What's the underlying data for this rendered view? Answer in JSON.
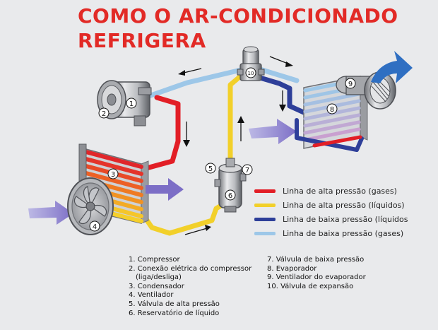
{
  "title": {
    "line1": "COMO O AR-CONDICIONADO",
    "line2": "REFRIGERA"
  },
  "colors": {
    "title": "#e22a26",
    "high_pressure_gas": "#e21e26",
    "high_pressure_liquid": "#f2d02a",
    "low_pressure_liquid": "#2e3f99",
    "low_pressure_gas": "#9dc7e8",
    "arrow_purple": "#8073c8",
    "arrow_blue": "#2f6fc2"
  },
  "legend": [
    {
      "label": "Linha de alta pressão (gases)",
      "color": "#e21e26"
    },
    {
      "label": "Linha de alta pressão (líquidos)",
      "color": "#f2d02a"
    },
    {
      "label": "Linha de baixa pressão (líquidos",
      "color": "#2e3f99"
    },
    {
      "label": "Linha de baixa pressão (gases)",
      "color": "#9dc7e8"
    }
  ],
  "components_left": [
    "1. Compressor",
    "2. Conexão elétrica do compressor",
    "(liga/desliga)",
    "3. Condensador",
    "4. Ventilador",
    "5. Válvula de alta pressão",
    "6. Reservatório de líquido"
  ],
  "components_right": [
    "7. Válvula de baixa pressão",
    "8. Evaporador",
    "9. Ventilador do evaporador",
    "10. Válvula de expansão"
  ],
  "diagram_numbers": {
    "n1": "1",
    "n2": "2",
    "n3": "3",
    "n4": "4",
    "n5": "5",
    "n6": "6",
    "n7": "7",
    "n8": "8",
    "n9": "9",
    "n10": "10"
  },
  "icons": [
    "compressor-icon",
    "condenser-icon",
    "fan-icon",
    "receiver-drier-icon",
    "expansion-valve-icon",
    "evaporator-icon",
    "blower-icon",
    "flow-arrow-icon",
    "airflow-arrow-icon"
  ]
}
